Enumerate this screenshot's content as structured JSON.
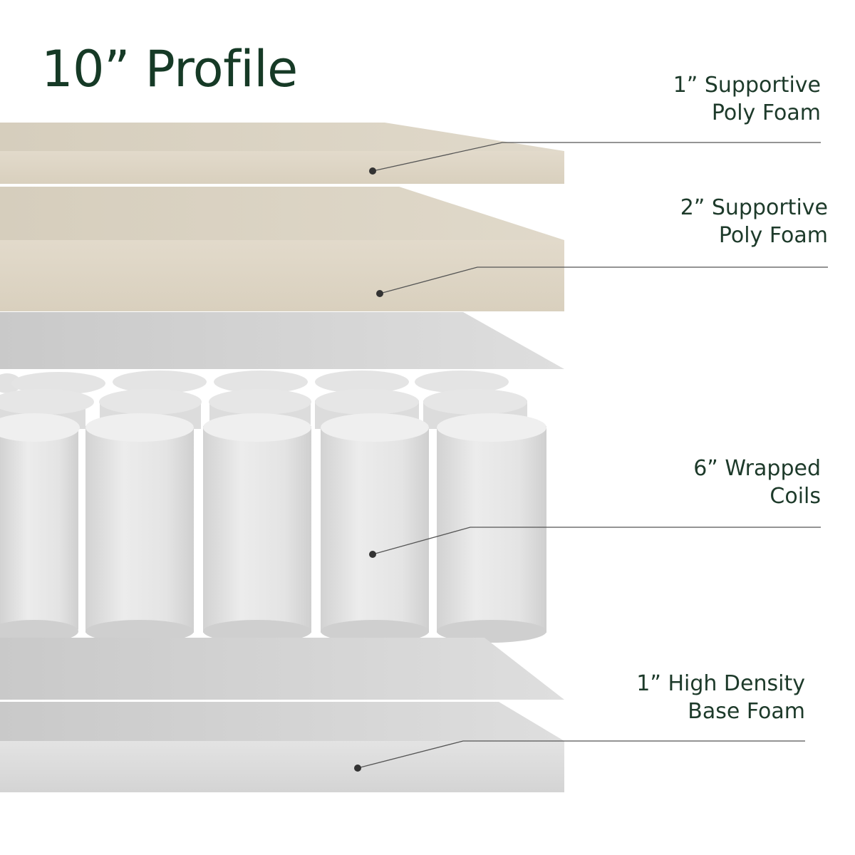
{
  "title": "10” Profile",
  "layers": [
    {
      "line1": "1” Supportive",
      "line2": "Poly Foam"
    },
    {
      "line1": "2” Supportive",
      "line2": "Poly Foam"
    },
    {
      "line1": "6” Wrapped",
      "line2": "Coils"
    },
    {
      "line1": "1” High Density",
      "line2": "Base Foam"
    }
  ],
  "colors": {
    "title": "#163a26",
    "foam_beige": "#d8d0bf",
    "base_gray": "#d9d9d9",
    "coil_white": "#e6e6e6"
  }
}
